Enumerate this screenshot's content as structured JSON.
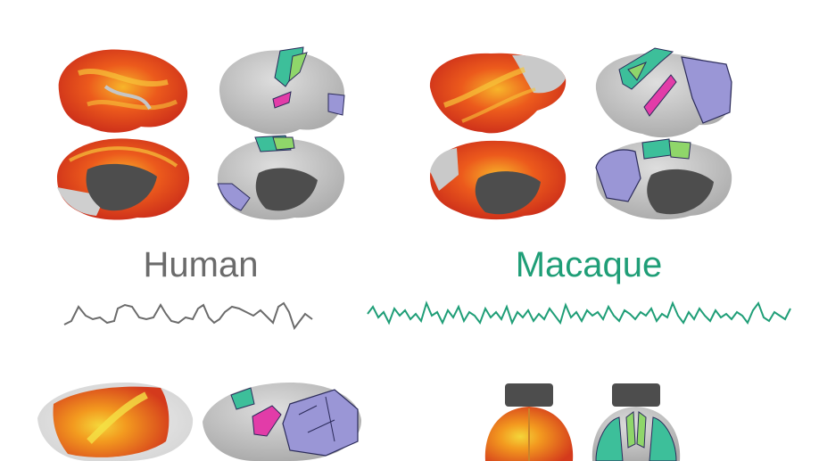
{
  "species": {
    "human": {
      "label": "Human",
      "color": "#6b6b6b"
    },
    "macaque": {
      "label": "Macaque",
      "color": "#1f9e77"
    }
  },
  "colors": {
    "cortex_gray": "#c9c9c9",
    "medial_wall": "#4d4d4d",
    "heat_red": "#d6321e",
    "heat_orange": "#f07a1a",
    "heat_yellow": "#f4d63a",
    "teal": "#3dbf9a",
    "green": "#8fd66a",
    "magenta": "#e23ca8",
    "lavender": "#9a96d6",
    "outline": "#2b2b5a"
  },
  "icons": [
    "brain-surface",
    "timeseries-trace",
    "flatmap",
    "rodent-brain"
  ]
}
